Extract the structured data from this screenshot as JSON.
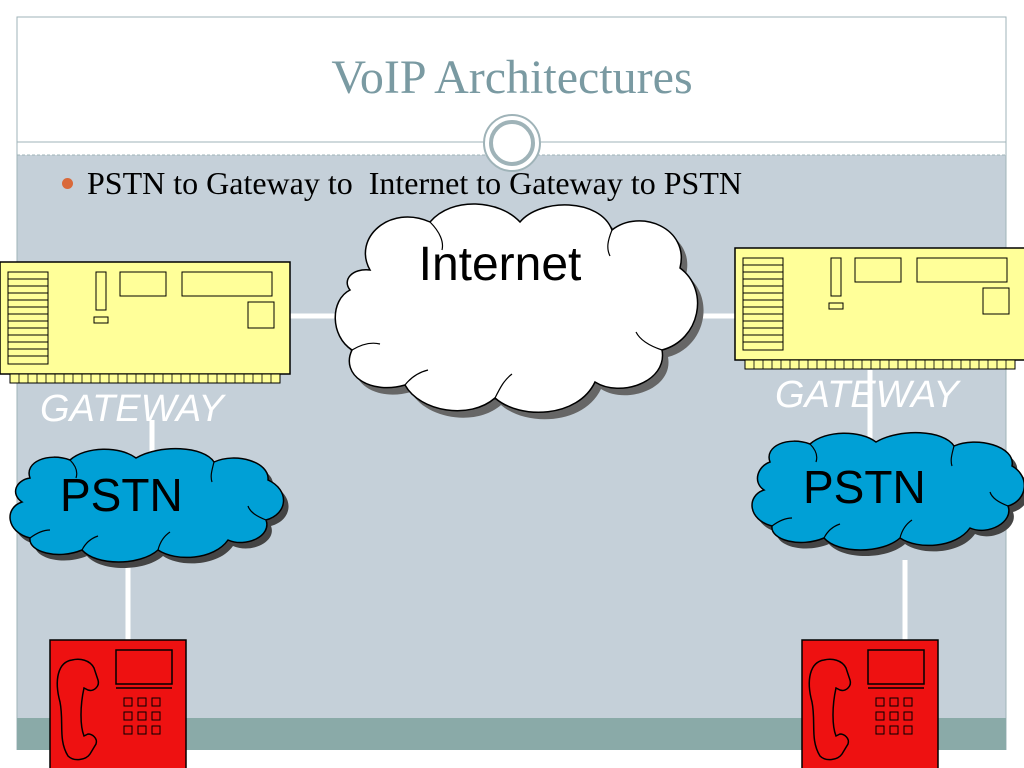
{
  "slide": {
    "title": "VoIP Architectures",
    "bullet": "PSTN to Gateway to  Internet to Gateway to PSTN"
  },
  "diagram": {
    "cloud_internet": {
      "label": "Internet"
    },
    "gateway_left": {
      "label": "GATEWAY"
    },
    "gateway_right": {
      "label": "GATEWAY"
    },
    "pstn_left": {
      "label": "PSTN"
    },
    "pstn_right": {
      "label": "PSTN"
    },
    "phone_left": {
      "icon": "telephone-icon"
    },
    "phone_right": {
      "icon": "telephone-icon"
    }
  },
  "colors": {
    "title": "#7a9aa2",
    "content_background": "#c5d0d9",
    "footer_band": "#8aaaa8",
    "bullet": "#d9693a",
    "gateway_fill": "#ffff99",
    "pstn_cloud": "#00a0d6",
    "internet_cloud": "#ffffff",
    "phone": "#ee1111",
    "link_lines": "#ffffff"
  }
}
